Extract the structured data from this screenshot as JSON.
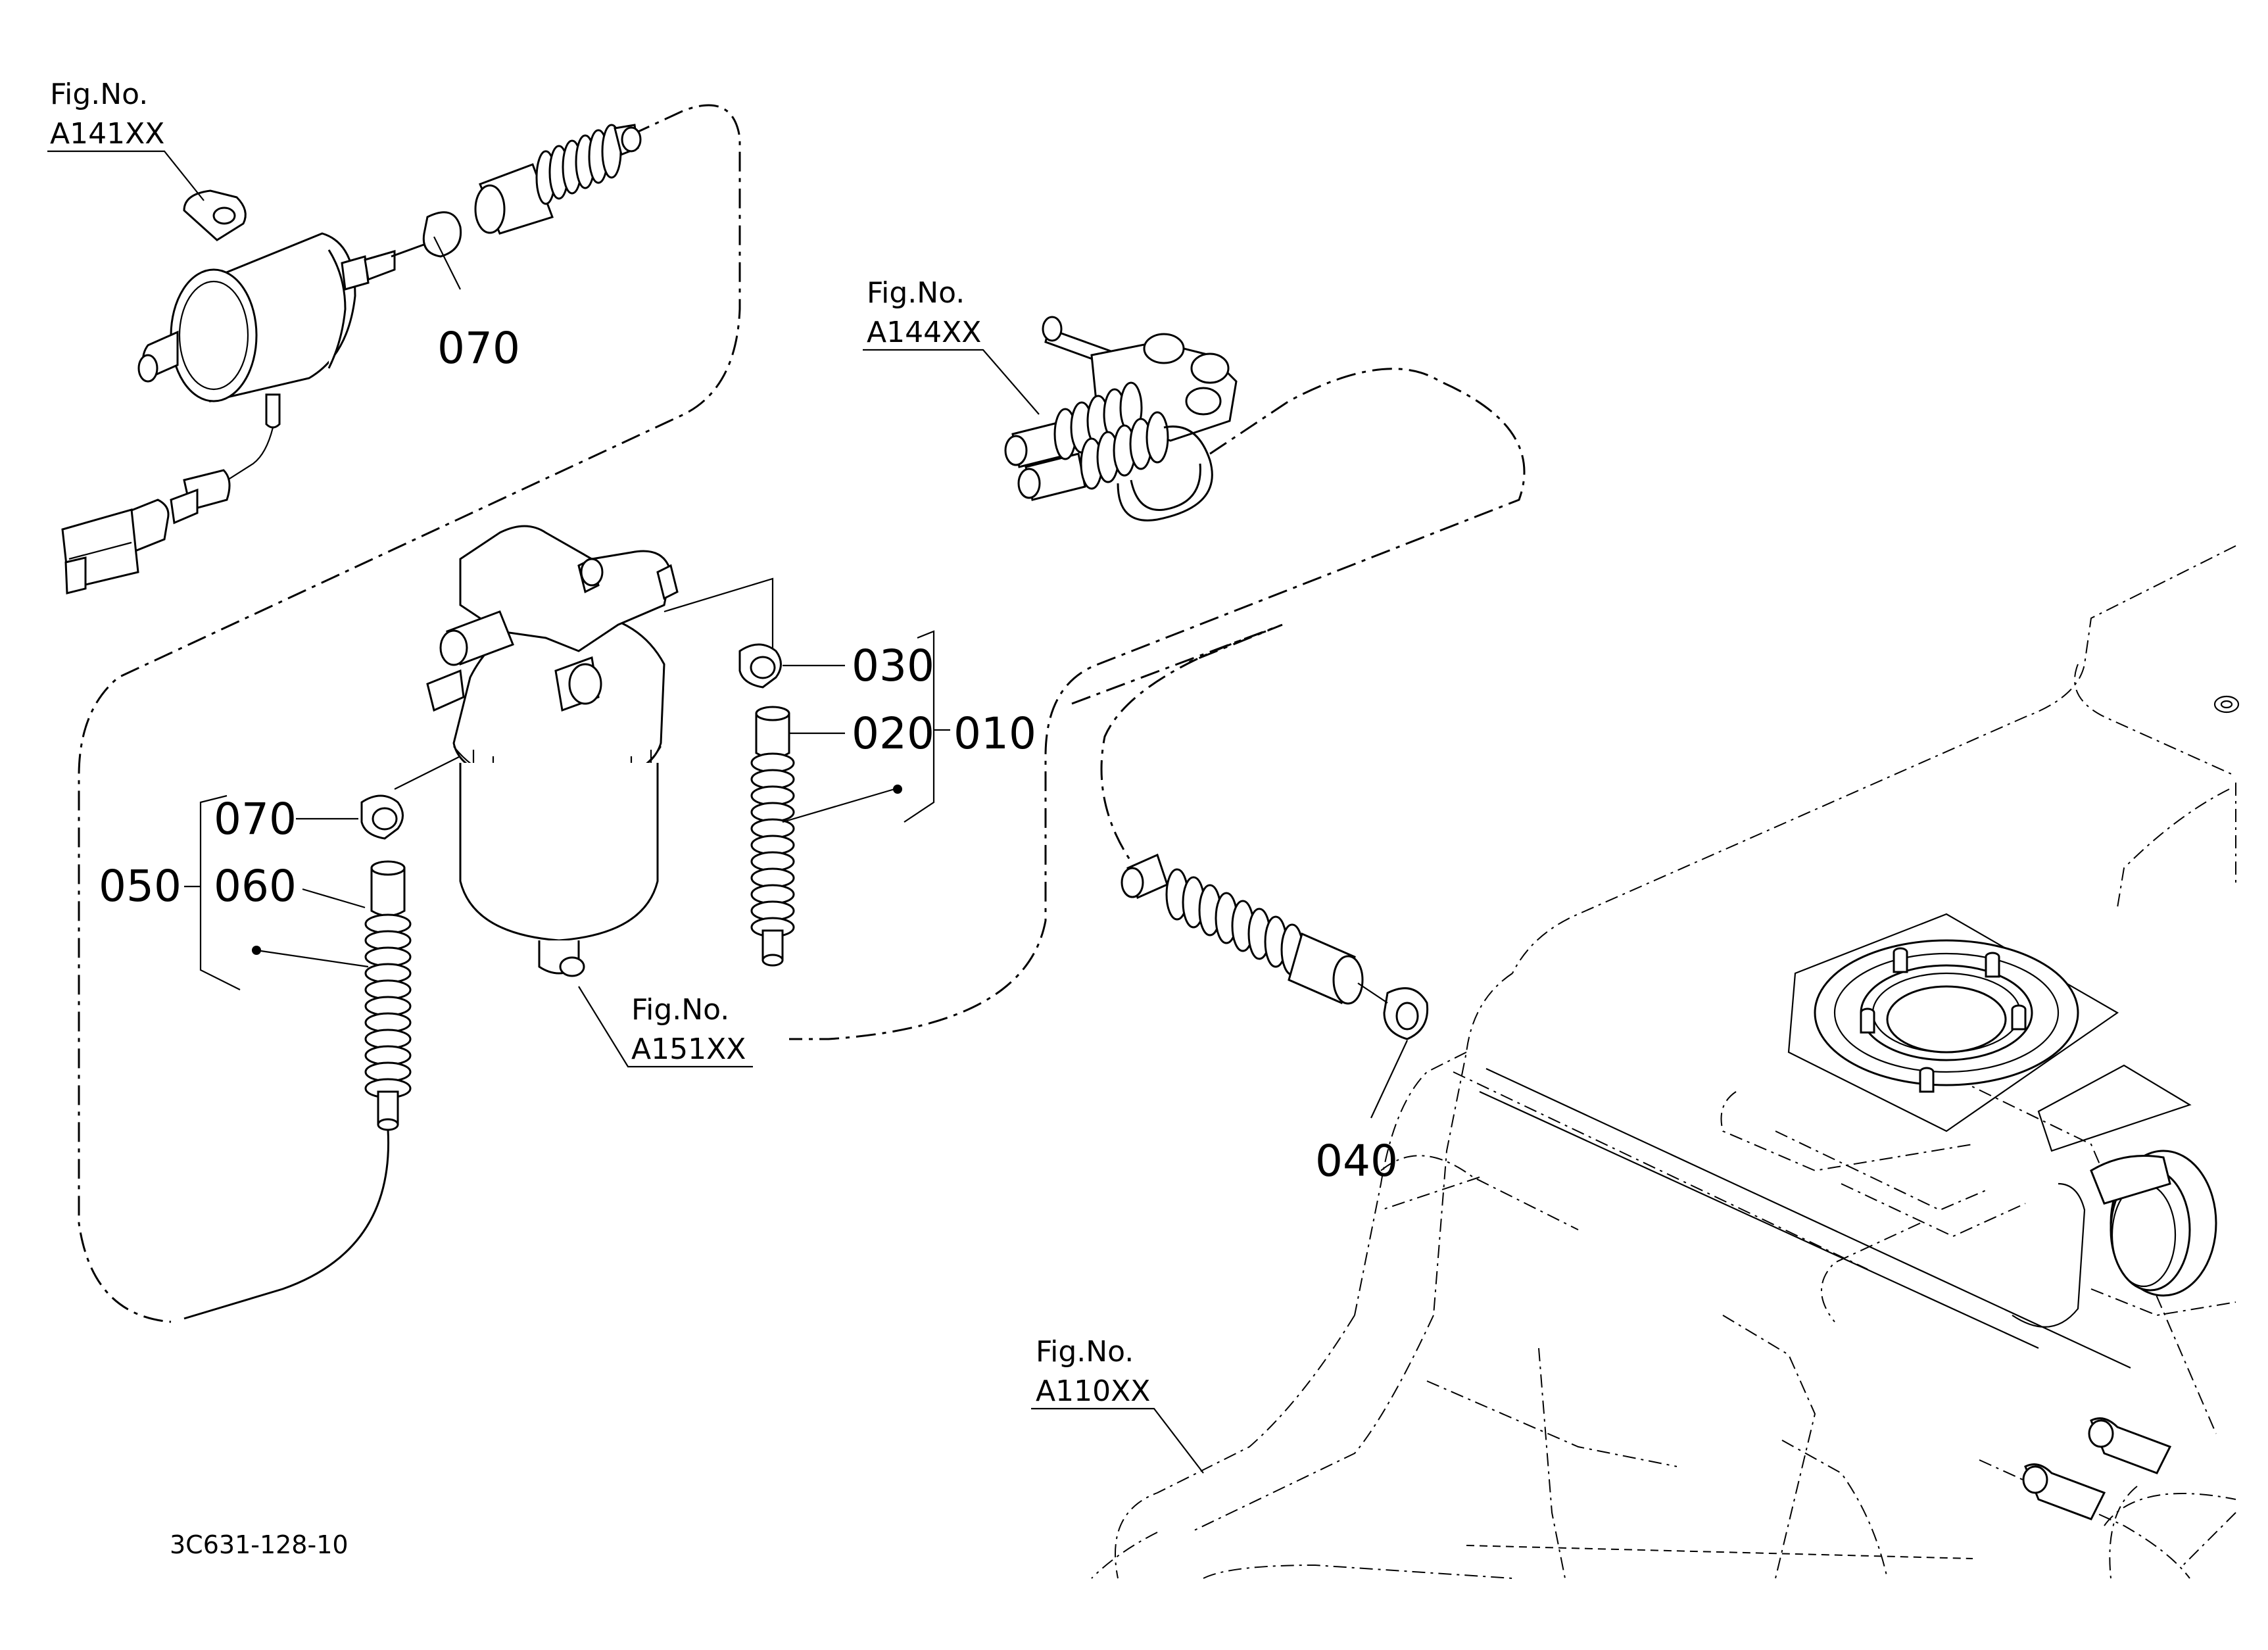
{
  "diagram": {
    "figure_references": [
      {
        "prefix": "Fig.No.",
        "ref": "A141XX"
      },
      {
        "prefix": "Fig.No.",
        "ref": "A144XX"
      },
      {
        "prefix": "Fig.No.",
        "ref": "A151XX"
      },
      {
        "prefix": "Fig.No.",
        "ref": "A110XX"
      }
    ],
    "callouts": {
      "c070_top": "070",
      "c030": "030",
      "c020": "020",
      "c010": "010",
      "c070_left": "070",
      "c050": "050",
      "c060": "060",
      "c040": "040"
    },
    "drawing_code": "3C631-128-10"
  }
}
